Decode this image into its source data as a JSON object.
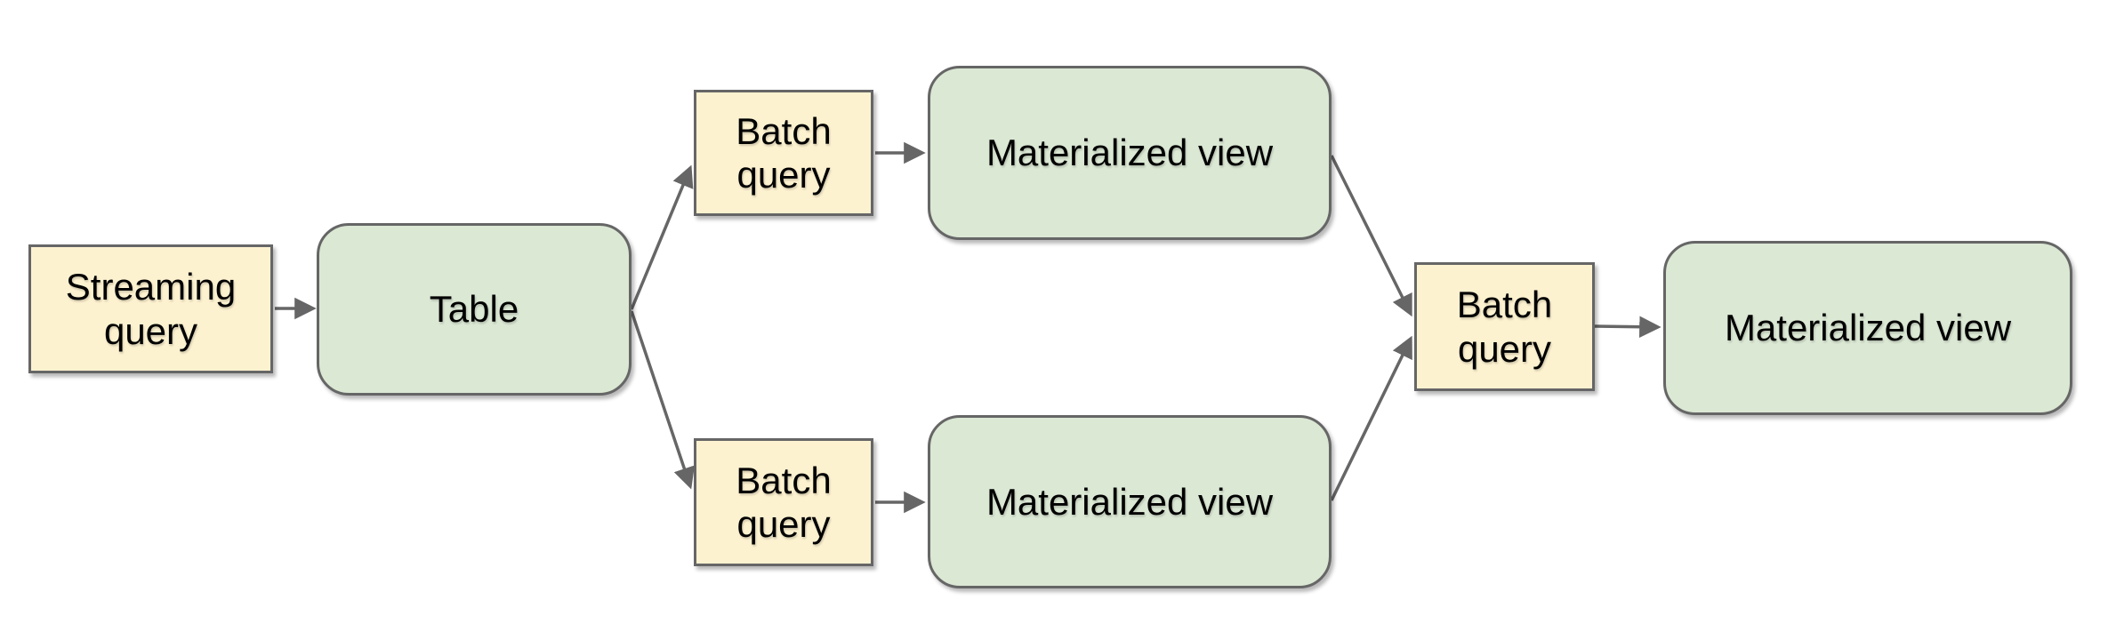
{
  "diagram": {
    "nodes": {
      "streaming_query": {
        "label": "Streaming query",
        "kind": "query"
      },
      "table": {
        "label": "Table",
        "kind": "dataset"
      },
      "batch_query_top": {
        "label": "Batch query",
        "kind": "query"
      },
      "materialized_view_top": {
        "label": "Materialized view",
        "kind": "dataset"
      },
      "batch_query_bottom": {
        "label": "Batch query",
        "kind": "query"
      },
      "materialized_view_bottom": {
        "label": "Materialized view",
        "kind": "dataset"
      },
      "batch_query_final": {
        "label": "Batch query",
        "kind": "query"
      },
      "materialized_view_final": {
        "label": "Materialized view",
        "kind": "dataset"
      }
    },
    "edges": [
      {
        "from": "streaming_query",
        "to": "table"
      },
      {
        "from": "table",
        "to": "batch_query_top"
      },
      {
        "from": "table",
        "to": "batch_query_bottom"
      },
      {
        "from": "batch_query_top",
        "to": "materialized_view_top"
      },
      {
        "from": "batch_query_bottom",
        "to": "materialized_view_bottom"
      },
      {
        "from": "materialized_view_top",
        "to": "batch_query_final"
      },
      {
        "from": "materialized_view_bottom",
        "to": "batch_query_final"
      },
      {
        "from": "batch_query_final",
        "to": "materialized_view_final"
      }
    ],
    "colors": {
      "query_fill": "#fdf2d0",
      "dataset_fill": "#dbe8d4",
      "node_border": "#666666",
      "arrow": "#666666",
      "text": "#000000",
      "background": "#ffffff"
    }
  }
}
